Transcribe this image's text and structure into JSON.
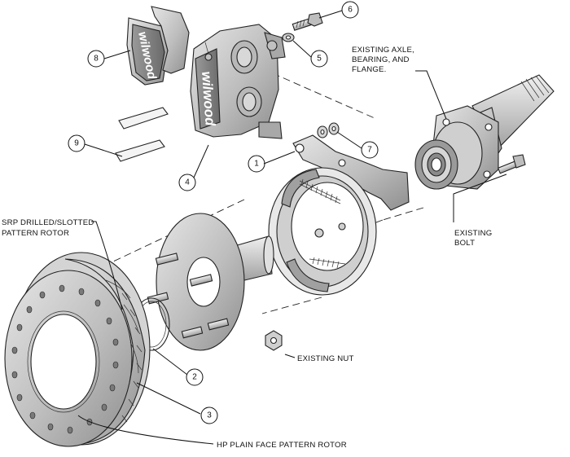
{
  "brand": {
    "logo_text": "wilwood"
  },
  "callouts": [
    {
      "id": "1",
      "number": "1"
    },
    {
      "id": "2",
      "number": "2"
    },
    {
      "id": "3",
      "number": "3"
    },
    {
      "id": "4",
      "number": "4"
    },
    {
      "id": "5",
      "number": "5"
    },
    {
      "id": "6",
      "number": "6"
    },
    {
      "id": "7",
      "number": "7"
    },
    {
      "id": "8",
      "number": "8"
    },
    {
      "id": "9",
      "number": "9"
    }
  ],
  "labels": {
    "existing_axle": [
      "EXISTING AXLE,",
      "BEARING, AND",
      "FLANGE."
    ],
    "existing_bolt": [
      "EXISTING",
      "BOLT"
    ],
    "srp_rotor": [
      "SRP DRILLED/SLOTTED",
      "PATTERN ROTOR"
    ],
    "existing_nut": [
      "EXISTING NUT"
    ],
    "hp_rotor": [
      "HP PLAIN FACE PATTERN ROTOR"
    ]
  },
  "colors": {
    "line": "#111111",
    "part_fill": "#cfcfcf",
    "part_dark": "#8a8a8a",
    "background": "#ffffff"
  }
}
